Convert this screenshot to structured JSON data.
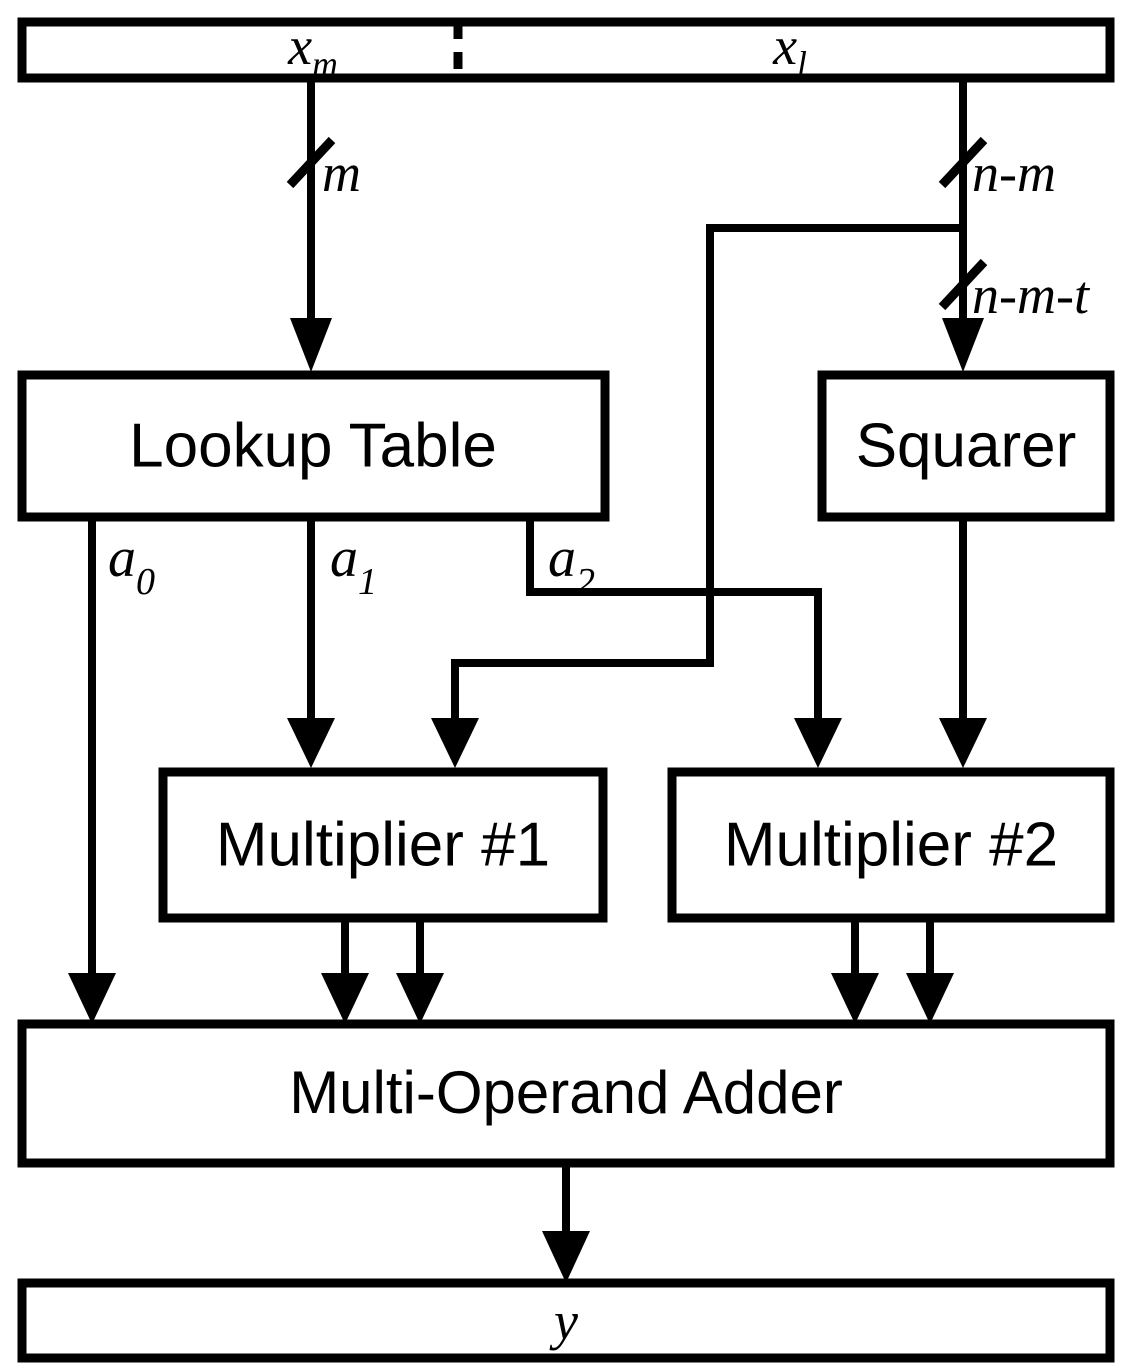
{
  "diagram": {
    "title": "Piecewise polynomial function evaluation datapath",
    "type": "block-diagram",
    "background": "#ffffff",
    "line_color": "#000000"
  },
  "input_register": {
    "name": "input-word",
    "fields": [
      {
        "label": "x",
        "subscript": "m",
        "name": "input-field-xm"
      },
      {
        "label": "x",
        "subscript": "l",
        "name": "input-field-xl"
      }
    ],
    "divider": "dashed"
  },
  "blocks": [
    {
      "id": "lookup-table",
      "label": "Lookup Table"
    },
    {
      "id": "squarer",
      "label": "Squarer"
    },
    {
      "id": "multiplier-1",
      "label": "Multiplier #1"
    },
    {
      "id": "multiplier-2",
      "label": "Multiplier #2"
    },
    {
      "id": "multi-operand-adder",
      "label": "Multi-Operand Adder"
    }
  ],
  "output_register": {
    "name": "output-word",
    "label": "y"
  },
  "bus_widths": [
    {
      "id": "width-xm",
      "label": "m"
    },
    {
      "id": "width-xl",
      "label": "n-m"
    },
    {
      "id": "width-squarer-in",
      "label": "n-m-t"
    }
  ],
  "coefficients": [
    {
      "id": "coeff-a0",
      "label": "a",
      "subscript": "0"
    },
    {
      "id": "coeff-a1",
      "label": "a",
      "subscript": "1"
    },
    {
      "id": "coeff-a2",
      "label": "a",
      "subscript": "2"
    }
  ],
  "connections": [
    {
      "from": "input-field-xm",
      "to": "lookup-table",
      "width": "m"
    },
    {
      "from": "input-field-xl",
      "to": "squarer",
      "width": "n-m-t"
    },
    {
      "from": "input-field-xl",
      "to": "multiplier-1",
      "width": "n-m"
    },
    {
      "from": "lookup-table",
      "to": "multi-operand-adder",
      "signal": "a0"
    },
    {
      "from": "lookup-table",
      "to": "multiplier-1",
      "signal": "a1"
    },
    {
      "from": "lookup-table",
      "to": "multiplier-2",
      "signal": "a2"
    },
    {
      "from": "squarer",
      "to": "multiplier-2"
    },
    {
      "from": "multiplier-1",
      "to": "multi-operand-adder"
    },
    {
      "from": "multiplier-2",
      "to": "multi-operand-adder"
    },
    {
      "from": "multi-operand-adder",
      "to": "output-word"
    }
  ]
}
